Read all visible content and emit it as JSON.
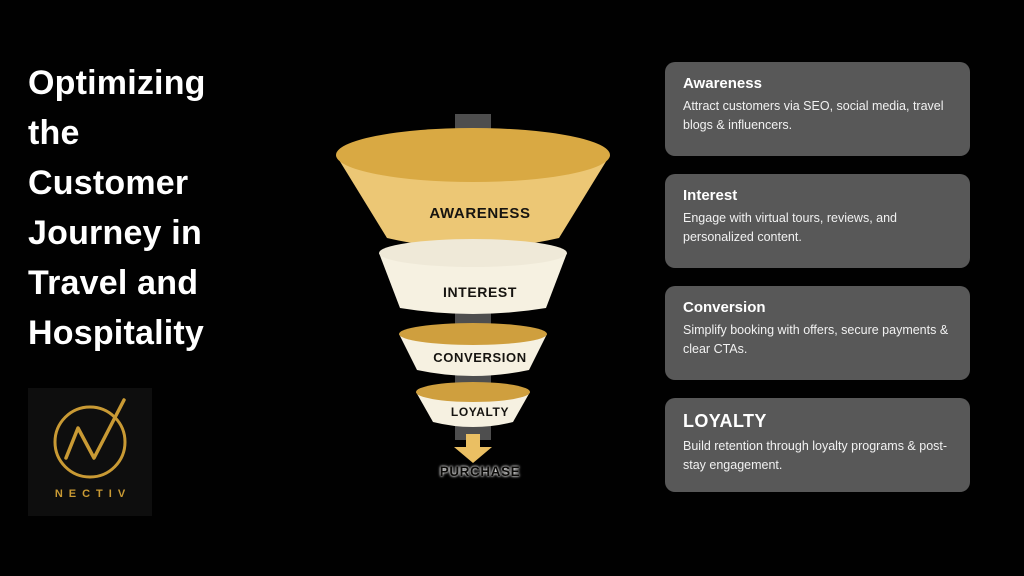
{
  "page": {
    "background": "#010101"
  },
  "header": {
    "title": "Optimizing the Customer Journey in Travel and Hospitality",
    "title_lines": [
      "Optimizing",
      "the",
      "Customer",
      "Journey in",
      "Travel and",
      "Hospitality"
    ]
  },
  "logo": {
    "name": "NECTIV",
    "accent_color": "#c99a34"
  },
  "funnel": {
    "stages": [
      {
        "label": "AWARENESS"
      },
      {
        "label": "INTEREST"
      },
      {
        "label": "CONVERSION"
      },
      {
        "label": "LOYALTY"
      }
    ],
    "outcome_label": "PURCHASE",
    "colors": {
      "gold_light": "#ecc775",
      "gold_rim": "#d9a943",
      "gold_dark_rim": "#cf9f3e",
      "cream": "#f6f1e1",
      "cream_rim": "#efe9d8",
      "bar_gray": "#4e4e4e",
      "arrow_gold": "#eabf63"
    }
  },
  "cards": [
    {
      "title": "Awareness",
      "body": "Attract customers via SEO, social media, travel blogs & influencers."
    },
    {
      "title": "Interest",
      "body": "Engage with virtual tours, reviews, and personalized content."
    },
    {
      "title": "Conversion",
      "body": "Simplify booking with offers, secure payments & clear CTAs."
    },
    {
      "title": "LOYALTY",
      "body": "Build retention through loyalty programs & post-stay engagement."
    }
  ]
}
